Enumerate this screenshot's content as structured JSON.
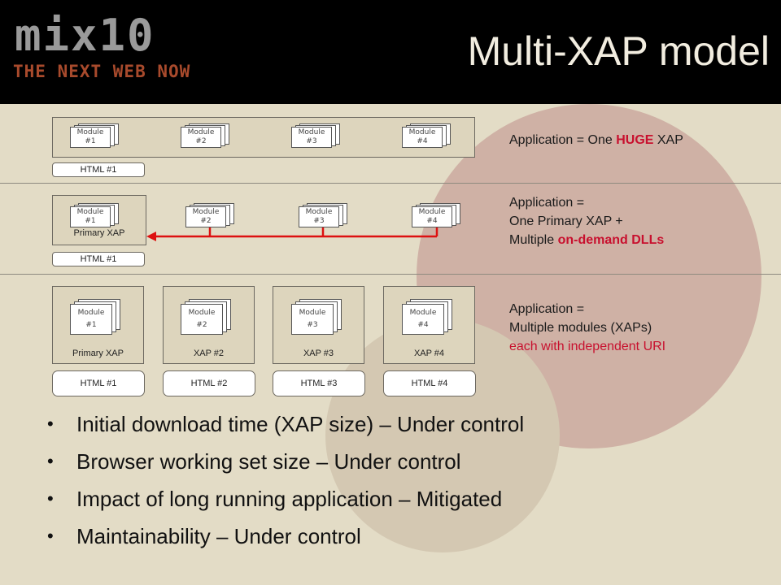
{
  "logo": {
    "main": "mix10",
    "tagline": "THE NEXT WEB NOW"
  },
  "title": "Multi-XAP model",
  "colors": {
    "accent_red": "#c8102e",
    "header_bg": "#000000",
    "slide_bg": "#e3dcc6"
  },
  "rows": [
    {
      "modules": [
        "Module\n#1",
        "Module\n#2",
        "Module\n#3",
        "Module\n#4"
      ],
      "html": [
        "HTML #1"
      ],
      "description": {
        "prefix": "Application = One ",
        "highlight": "HUGE",
        "suffix": " XAP"
      }
    },
    {
      "primary_label": "Primary XAP",
      "modules": [
        "Module\n#1",
        "Module\n#2",
        "Module\n#3",
        "Module\n#4"
      ],
      "html": [
        "HTML #1"
      ],
      "description": {
        "line1": "Application =",
        "line2": "One Primary XAP +",
        "line3_prefix": "Multiple ",
        "line3_highlight": "on-demand DLLs"
      }
    },
    {
      "boxes": [
        "Primary XAP",
        "XAP #2",
        "XAP #3",
        "XAP #4"
      ],
      "modules": [
        "Module\n#1",
        "Module\n#2",
        "Module\n#3",
        "Module\n#4"
      ],
      "html": [
        "HTML #1",
        "HTML #2",
        "HTML #3",
        "HTML #4"
      ],
      "description": {
        "line1": "Application =",
        "line2": "Multiple modules (XAPs)",
        "line3": "each with independent URI"
      }
    }
  ],
  "bullets": [
    "Initial download time (XAP size) – Under control",
    "Browser working set size – Under control",
    "Impact of long running application – Mitigated",
    "Maintainability – Under control"
  ]
}
